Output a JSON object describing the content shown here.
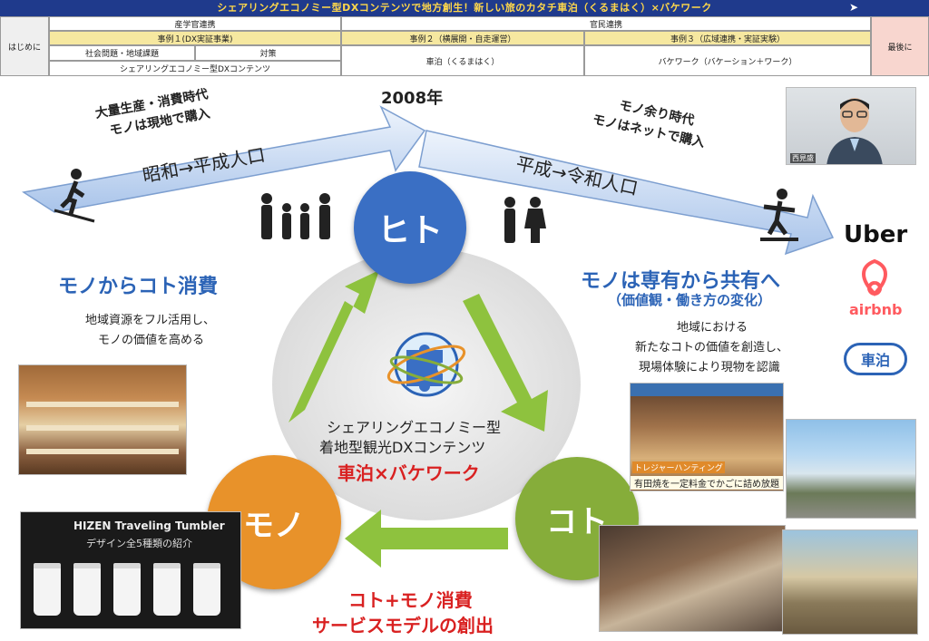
{
  "banner": {
    "title": "シェアリングエコノミー型DXコンテンツで地方創生！新しい旅のカタチ車泊（くるまはく）×バケワーク"
  },
  "header": {
    "group_sangaku": "産学官連携",
    "group_kanmin": "官民連携",
    "intro": "はじめに",
    "case1": "事例１(DX実証事業)",
    "case1_issue": "社会問題・地域課題",
    "case1_measure": "対策",
    "case1_content": "シェアリングエコノミー型DXコンテンツ",
    "case2": "事例２（横展開・自走運営）",
    "case2_content": "車泊（くるまはく）",
    "case3": "事例３（広域連携・実証実験）",
    "case3_content": "バケワーク（バケーション＋ワーク）",
    "closing": "最後に"
  },
  "slide": {
    "year": "2008年",
    "left_arrow_label": "昭和→平成人口",
    "left_caption_1": "大量生産・消費時代",
    "left_caption_2": "モノは現地で購入",
    "right_arrow_label": "平成→令和人口",
    "right_caption_1": "モノ余り時代",
    "right_caption_2": "モノはネットで購入",
    "hito": "ヒト",
    "mono": "モノ",
    "koto": "コト",
    "left_heading": "モノからコト消費",
    "left_body_1": "地域資源をフル活用し、",
    "left_body_2": "モノの価値を高める",
    "right_heading": "モノは専有から共有へ",
    "right_subheading": "（価値観・働き方の変化）",
    "right_body_1": "地域における",
    "right_body_2": "新たなコトの価値を創造し、",
    "right_body_3": "現場体験により現物を認識",
    "center_line_1": "シェアリングエコノミー型",
    "center_line_2": "着地型観光DXコンテンツ",
    "center_line_3": "車泊×バケワーク",
    "bottom_line_1": "コト+モノ消費",
    "bottom_line_2": "サービスモデルの創出",
    "tumbler_title": "HIZEN Traveling Tumbler",
    "tumbler_subtitle": "デザイン全5種類の紹介",
    "warehouse_caption": "有田焼を一定料金でかごに詰め放題",
    "warehouse_tag": "トレジャーハンティング",
    "brand_uber": "Uber",
    "brand_airbnb": "airbnb",
    "brand_kurumahaku": "車泊",
    "presenter_name": "西見盛"
  },
  "colors": {
    "banner_bg": "#1f3a8c",
    "banner_text": "#ffd84a",
    "hito": "#3a6fc4",
    "mono": "#e8922a",
    "koto": "#86ad3a",
    "heading_blue": "#2b63b6",
    "accent_red": "#d92121",
    "airbnb": "#ff5a5f"
  },
  "icons": [
    "skier-icon",
    "family-icon",
    "couple-icon",
    "snowboarder-icon",
    "cycle-arrow-icon",
    "puzzle-globe-icon"
  ]
}
